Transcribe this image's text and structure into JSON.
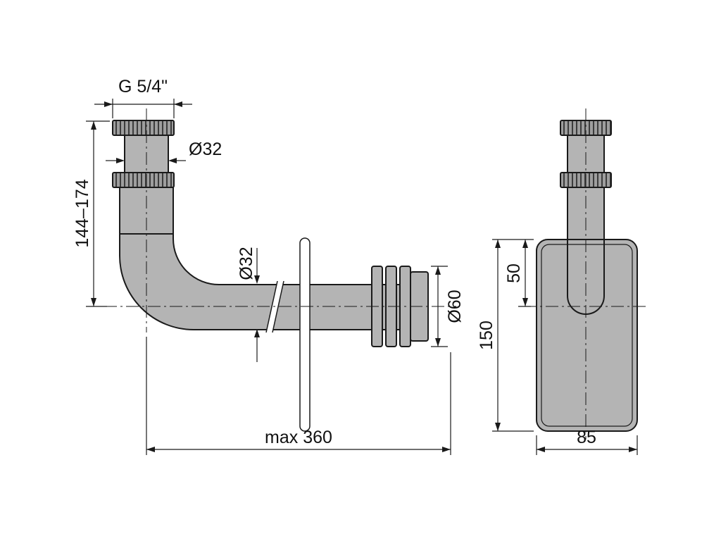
{
  "views": {
    "front": {
      "thread_size": "G 5/4\"",
      "inlet_diameter": "Ø32",
      "height_range": "144–174",
      "pipe_diameter": "Ø32",
      "outlet_diameter": "Ø60",
      "max_length": "max 360"
    },
    "side": {
      "inlet_depth": "50",
      "body_height": "150",
      "body_width": "85"
    }
  },
  "colors": {
    "pipe-fill": "#b4b4b4",
    "line": "#1a1a1a",
    "bg": "#ffffff",
    "knurl-base": "#9e9e9e",
    "knurl-line": "#3c3c3c",
    "plate-fill": "#ffffff",
    "text": "#111111"
  }
}
